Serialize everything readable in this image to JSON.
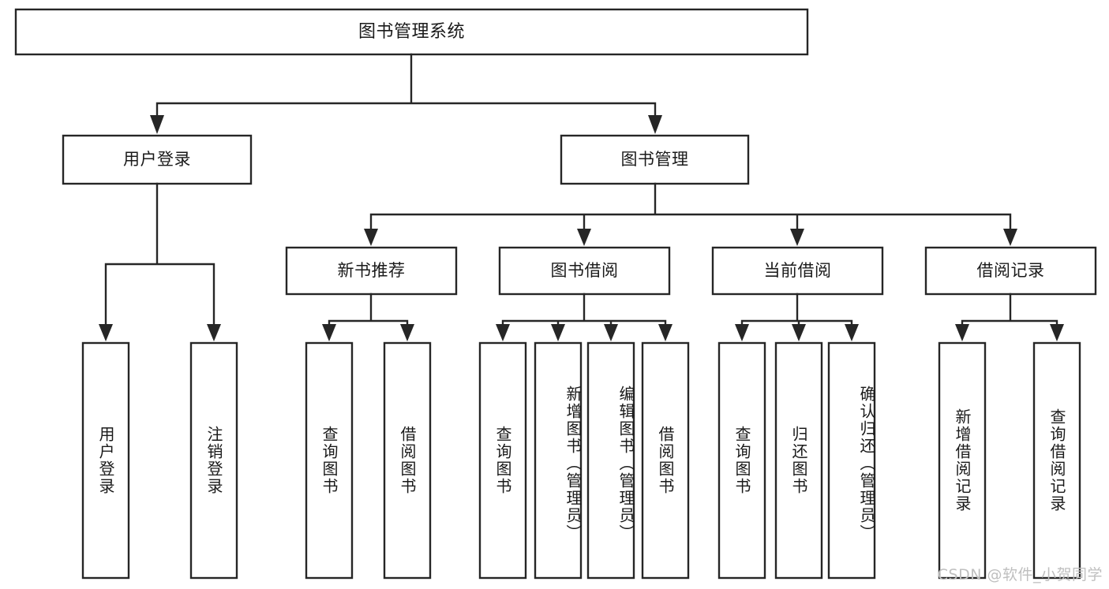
{
  "diagram": {
    "type": "hierarchy-tree",
    "title": "图书管理系统",
    "root": {
      "id": "root",
      "label": "图书管理系统"
    },
    "level1": [
      {
        "id": "user-login",
        "label": "用户登录"
      },
      {
        "id": "book-management",
        "label": "图书管理"
      }
    ],
    "level2": [
      {
        "id": "new-book-recommend",
        "label": "新书推荐",
        "parent": "book-management"
      },
      {
        "id": "book-borrow",
        "label": "图书借阅",
        "parent": "book-management"
      },
      {
        "id": "current-borrow",
        "label": "当前借阅",
        "parent": "book-management"
      },
      {
        "id": "borrow-record",
        "label": "借阅记录",
        "parent": "book-management"
      }
    ],
    "leaves": {
      "user-login": [
        {
          "id": "leaf-user-login",
          "label": "用户登录",
          "align": "centered"
        },
        {
          "id": "leaf-user-logout",
          "label": "注销登录",
          "align": "centered"
        }
      ],
      "new-book-recommend": [
        {
          "id": "leaf-query-book-1",
          "label": "查询图书",
          "align": "centered"
        },
        {
          "id": "leaf-borrow-book-1",
          "label": "借阅图书",
          "align": "centered"
        }
      ],
      "book-borrow": [
        {
          "id": "leaf-query-book-2",
          "label": "查询图书",
          "align": "centered"
        },
        {
          "id": "leaf-add-book-admin",
          "label": "新增图书（管理员）",
          "align": "top"
        },
        {
          "id": "leaf-edit-book-admin",
          "label": "编辑图书（管理员）",
          "align": "top"
        },
        {
          "id": "leaf-borrow-book-2",
          "label": "借阅图书",
          "align": "centered"
        }
      ],
      "current-borrow": [
        {
          "id": "leaf-query-book-3",
          "label": "查询图书",
          "align": "centered"
        },
        {
          "id": "leaf-return-book",
          "label": "归还图书",
          "align": "centered"
        },
        {
          "id": "leaf-confirm-return-admin",
          "label": "确认归还（管理员）",
          "align": "top"
        }
      ],
      "borrow-record": [
        {
          "id": "leaf-add-borrow-record",
          "label": "新增借阅记录",
          "align": "centered"
        },
        {
          "id": "leaf-query-borrow-record",
          "label": "查询借阅记录",
          "align": "centered"
        }
      ]
    },
    "watermark": "CSDN @软件_小贺同学",
    "colors": {
      "stroke": "#262626",
      "fill": "#ffffff",
      "text": "#1a1a1a",
      "watermark": "#bfbfbf",
      "background": "#ffffff"
    }
  }
}
